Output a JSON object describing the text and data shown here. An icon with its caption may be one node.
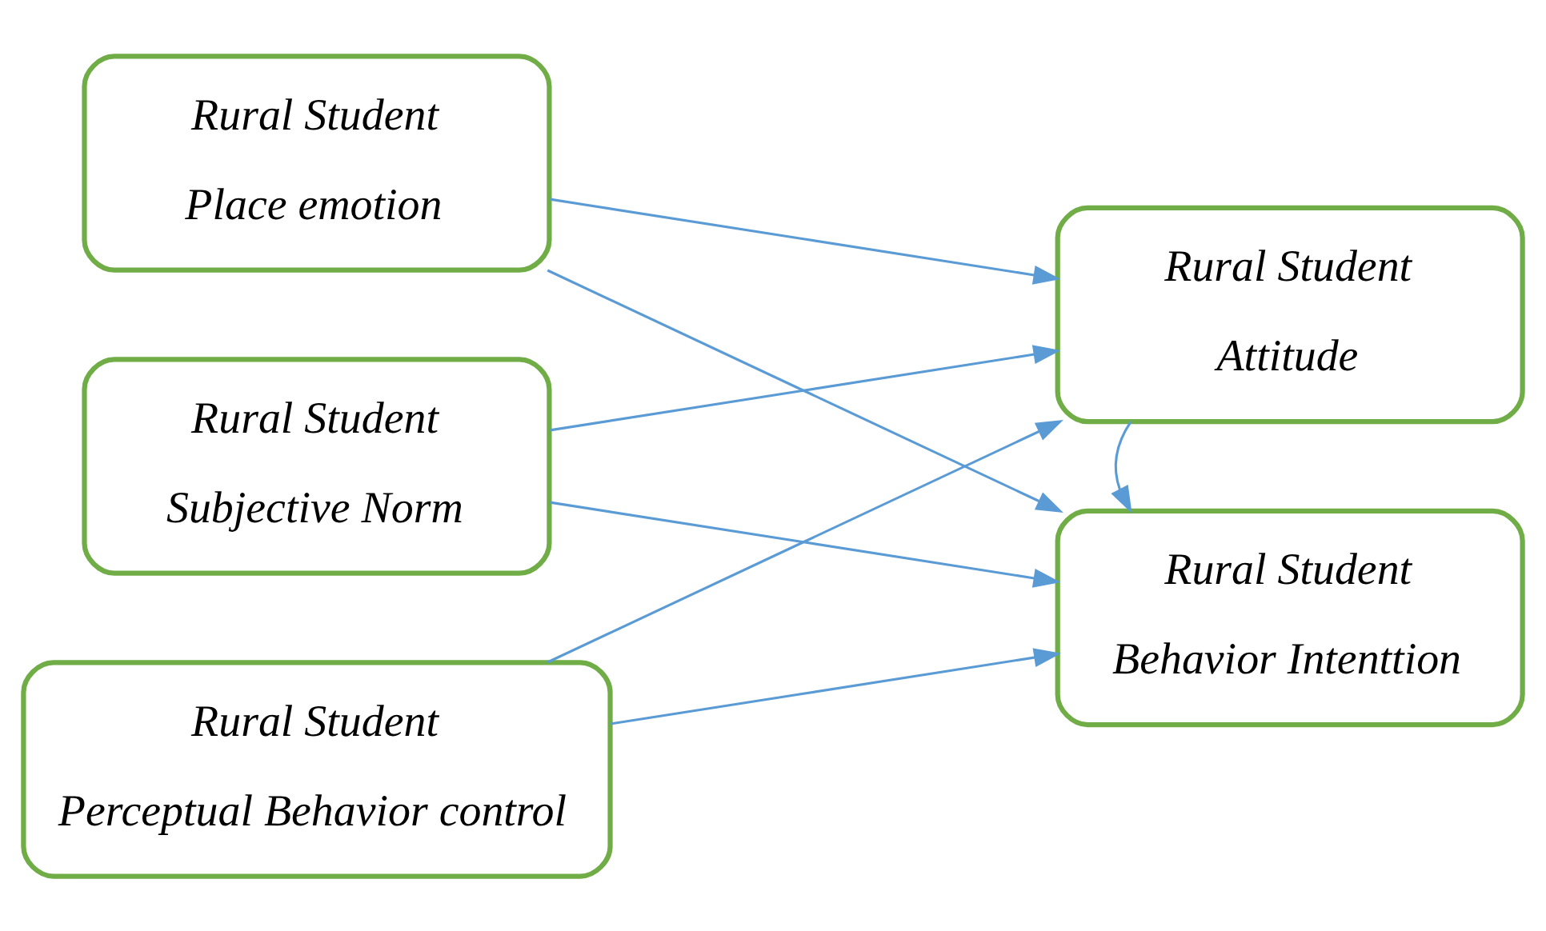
{
  "diagram": {
    "nodes": [
      {
        "text": [
          "Rural Student",
          "Place emotion"
        ]
      },
      {
        "text": [
          "Rural Student",
          "Subjective Norm"
        ]
      },
      {
        "text": [
          "Rural Student",
          "Perceptual Behavior control"
        ]
      },
      {
        "text": [
          "Rural Student",
          "Attitude"
        ]
      },
      {
        "text": [
          "Rural Student",
          "Behavior Intenttion"
        ]
      }
    ],
    "edges": [
      {
        "from": 0,
        "to": 3,
        "arrow": "to"
      },
      {
        "from": 0,
        "to": 4,
        "arrow": "to"
      },
      {
        "from": 1,
        "to": 3,
        "arrow": "to"
      },
      {
        "from": 1,
        "to": 4,
        "arrow": "to"
      },
      {
        "from": 2,
        "to": 3,
        "arrow": "to"
      },
      {
        "from": 2,
        "to": 4,
        "arrow": "to"
      },
      {
        "from": 3,
        "to": 4,
        "arrow": "to"
      }
    ]
  }
}
